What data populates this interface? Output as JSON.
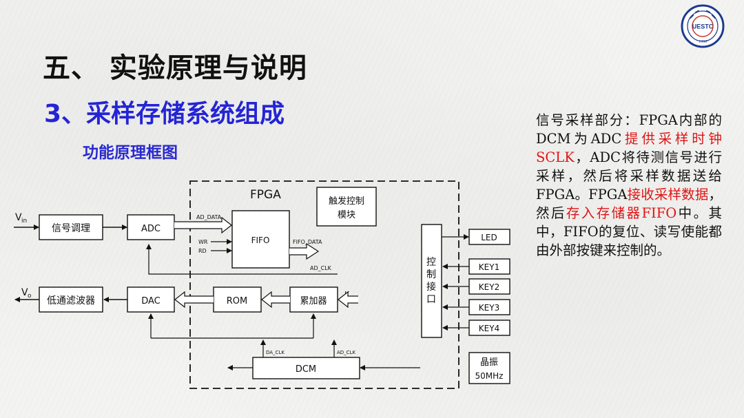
{
  "header": {
    "title": "五、 实验原理与说明",
    "subtitle": "3、采样存储系统组成",
    "section": "功能原理框图"
  },
  "logo": {
    "text": "UESTC",
    "year": "1956"
  },
  "description": {
    "parts": [
      {
        "text": "信号采样部分：FPGA内部的DCM为ADC",
        "highlight": false
      },
      {
        "text": "提供采样时钟SCLK",
        "highlight": true
      },
      {
        "text": "，ADC将待测信号进行采样，然后将采样数据送给FPGA。FPGA",
        "highlight": false
      },
      {
        "text": "接收采样数据",
        "highlight": true
      },
      {
        "text": "，然后",
        "highlight": false
      },
      {
        "text": "存入存储器FIFO",
        "highlight": true
      },
      {
        "text": "中。其中，FIFO的复位、读写使能都由外部按键来控制的。",
        "highlight": false
      }
    ]
  },
  "diagram": {
    "fpga_label": "FPGA",
    "blocks": {
      "signal_cond": "信号调理",
      "adc": "ADC",
      "fifo": "FIFO",
      "trigger_line1": "触发控制",
      "trigger_line2": "模块",
      "dac": "DAC",
      "rom": "ROM",
      "accumulator": "累加器",
      "lpf": "低通滤波器",
      "dcm": "DCM",
      "ctrl1": "控",
      "ctrl2": "制",
      "ctrl3": "接",
      "ctrl4": "口",
      "led": "LED",
      "key1": "KEY1",
      "key2": "KEY2",
      "key3": "KEY3",
      "key4": "KEY4",
      "osc_line1": "晶振",
      "osc_line2": "50MHz"
    },
    "labels": {
      "vin_main": "V",
      "vin_sub": "in",
      "vo_main": "V",
      "vo_sub": "o",
      "ad_data": "AD_DATA",
      "wr": "WR",
      "rd": "RD",
      "fifo_data": "FIFO_DATA",
      "ad_clk": "AD_CLK",
      "k": "K",
      "da_clk": "DA_CLK",
      "ad_clk2": "AD_CLK"
    }
  }
}
